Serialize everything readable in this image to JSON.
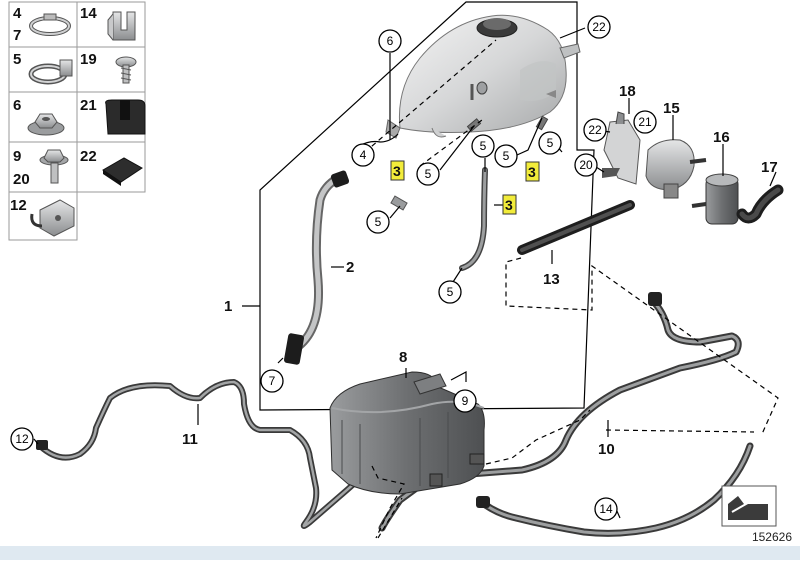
{
  "legend": {
    "items": [
      {
        "id": "clamp",
        "labels": [
          "4",
          "7"
        ],
        "icon": "hose-clamp-icon"
      },
      {
        "id": "clip",
        "labels": [
          "14"
        ],
        "icon": "spring-clip-icon"
      },
      {
        "id": "clamp-tab",
        "labels": [
          "5"
        ],
        "icon": "clamp-with-tab-icon"
      },
      {
        "id": "screw",
        "labels": [
          "19"
        ],
        "icon": "self-tapping-screw-icon"
      },
      {
        "id": "nut",
        "labels": [
          "6"
        ],
        "icon": "hex-nut-icon"
      },
      {
        "id": "grommet",
        "labels": [
          "21"
        ],
        "icon": "rubber-grommet-icon"
      },
      {
        "id": "bolt",
        "labels": [
          "9",
          "20"
        ],
        "icon": "hex-bolt-icon"
      },
      {
        "id": "pad",
        "labels": [
          "22"
        ],
        "icon": "foam-pad-icon"
      },
      {
        "id": "bracket",
        "labels": [
          "12"
        ],
        "icon": "cable-holder-icon"
      }
    ]
  },
  "callouts": {
    "c1": "1",
    "c2": "2",
    "c3a": "3",
    "c3b": "3",
    "c3c": "3",
    "c4": "4",
    "c5a": "5",
    "c5b": "5",
    "c5c": "5",
    "c5d": "5",
    "c5e": "5",
    "c5f": "5",
    "c6": "6",
    "c7": "7",
    "c8": "8",
    "c9": "9",
    "c10": "10",
    "c11": "11",
    "c12": "12",
    "c13": "13",
    "c14": "14",
    "c15": "15",
    "c16": "16",
    "c17": "17",
    "c18": "18",
    "c20": "20",
    "c21": "21",
    "c22a": "22",
    "c22b": "22"
  },
  "diagram_id": "152626",
  "colors": {
    "highlight": "#f2ec3a",
    "hose": "#7a7a7a",
    "tank": "#d9dadb",
    "canister": "#6e7072",
    "footer": "#dfe9f1"
  }
}
